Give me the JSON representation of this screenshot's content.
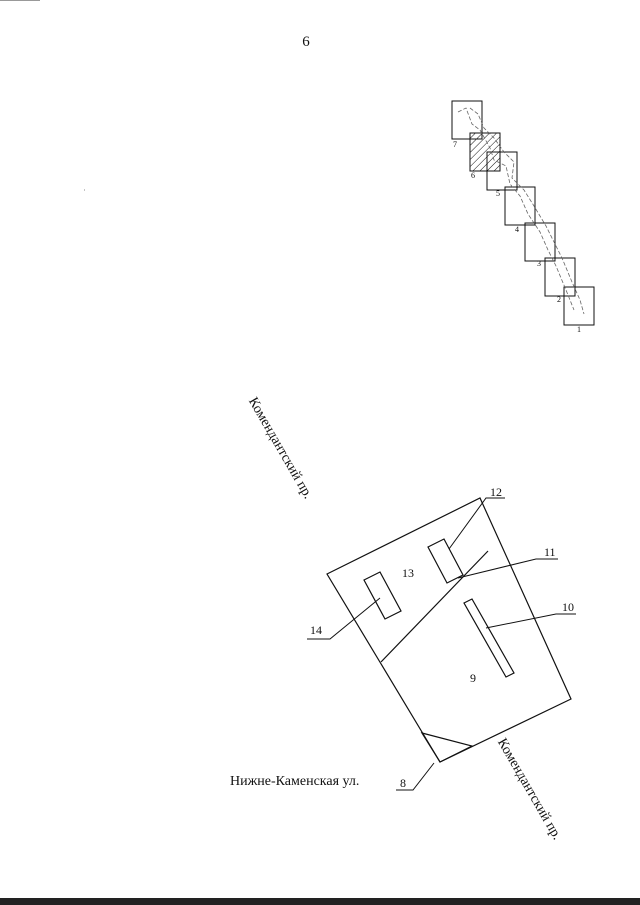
{
  "page_number": "6",
  "streets": {
    "kommendantsky_upper": "Комендантский пр.",
    "kommendantsky_lower": "Комендантский пр.",
    "nizhne_kamenskaya": "Нижне-Каменская ул."
  },
  "strip_labels": [
    "1",
    "2",
    "3",
    "4",
    "5",
    "6",
    "7"
  ],
  "plan_labels": {
    "l8": "8",
    "l9": "9",
    "l10": "10",
    "l11": "11",
    "l12": "12",
    "l13": "13",
    "l14": "14"
  },
  "colors": {
    "ink": "#111111",
    "paper": "#ffffff",
    "dashed": "#666666"
  }
}
